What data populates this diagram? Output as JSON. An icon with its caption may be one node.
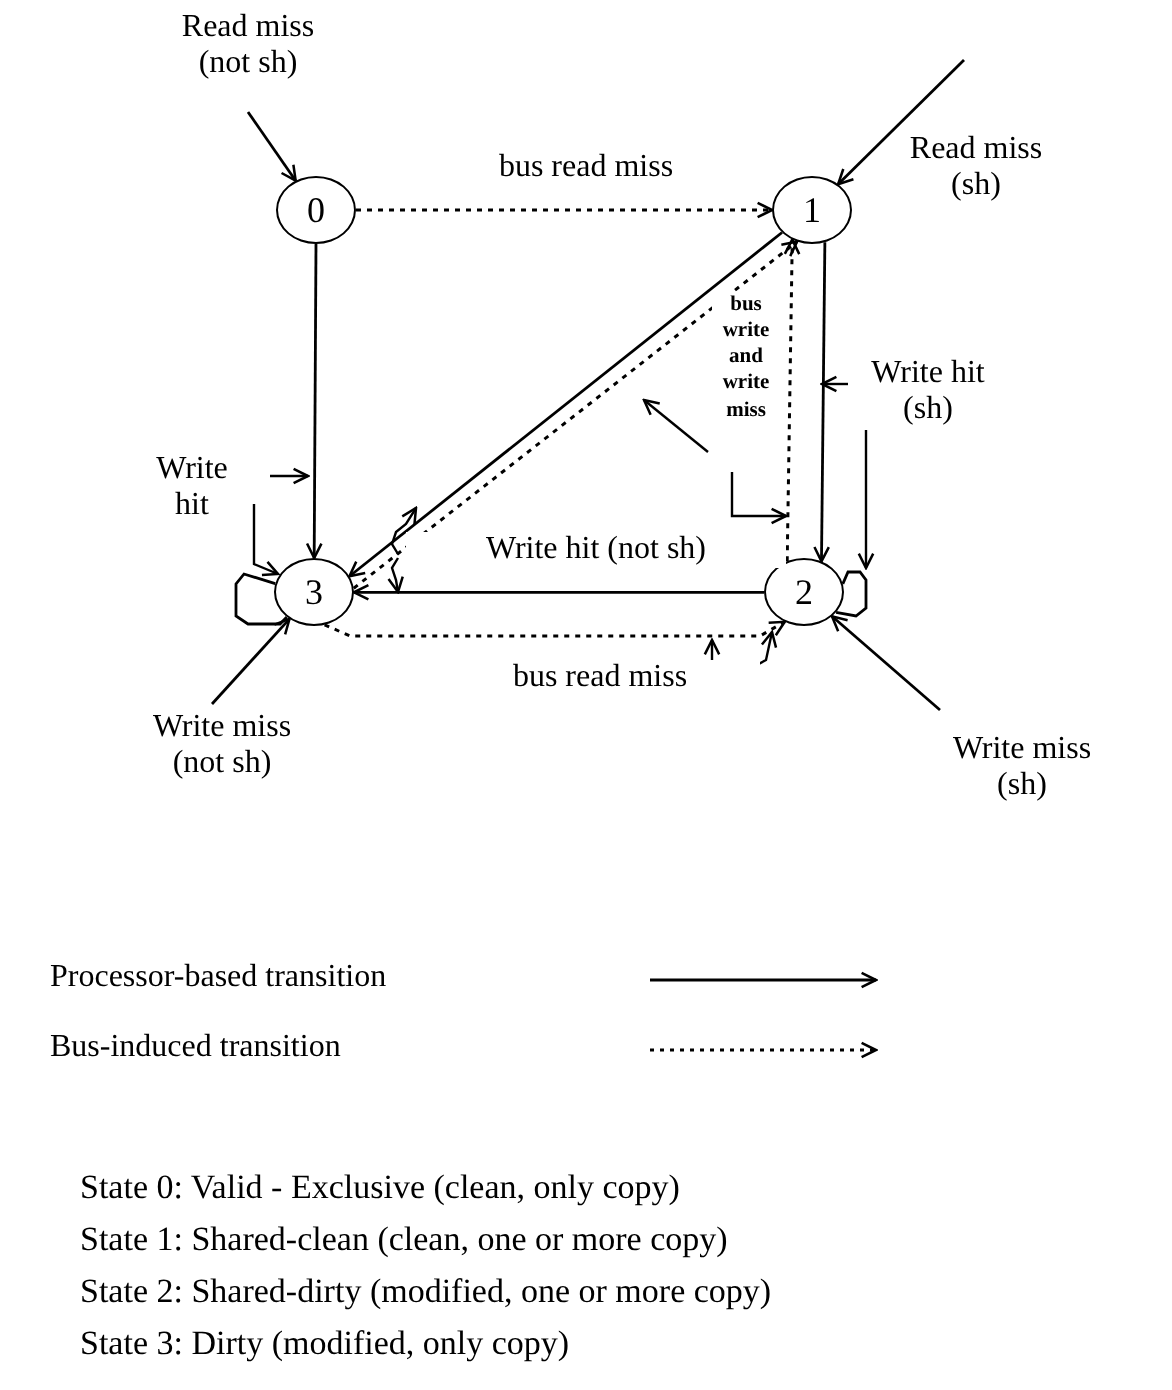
{
  "diagram": {
    "nodes": [
      {
        "text": [
          "0"
        ]
      },
      {
        "text": [
          "1"
        ]
      },
      {
        "text": [
          "2"
        ]
      },
      {
        "text": [
          "3"
        ]
      }
    ],
    "edges": [
      {
        "from": null,
        "to": 0,
        "arrow": "to",
        "label": "Read miss (not sh)"
      },
      {
        "from": null,
        "to": 1,
        "arrow": "to",
        "label": "Read miss (sh)"
      },
      {
        "from": 0,
        "to": 1,
        "arrow": "to",
        "style": "dashed",
        "label": "bus read miss"
      },
      {
        "from": 0,
        "to": 3,
        "arrow": "to",
        "label": "Write hit"
      },
      {
        "from": 3,
        "to": 3,
        "arrow": "none"
      },
      {
        "from": 1,
        "to": 3,
        "arrow": "to"
      },
      {
        "from": 3,
        "to": 1,
        "arrow": "to",
        "style": "dashed",
        "label": "bus write and write miss"
      },
      {
        "from": 2,
        "to": 1,
        "arrow": "to",
        "style": "dashed"
      },
      {
        "from": 1,
        "to": 2,
        "arrow": "to",
        "label": "Write hit (sh)"
      },
      {
        "from": 2,
        "to": 2,
        "arrow": "none"
      },
      {
        "from": 2,
        "to": 3,
        "arrow": "to",
        "label": "Write hit (not sh)"
      },
      {
        "from": 3,
        "to": 2,
        "arrow": "to",
        "style": "dashed",
        "label": "bus read miss"
      },
      {
        "from": null,
        "to": 3,
        "arrow": "to",
        "label": "Write miss (not sh)"
      },
      {
        "from": null,
        "to": 2,
        "arrow": "to",
        "label": "Write miss (sh)"
      }
    ],
    "labels": [
      "State 0: Valid - Exclusive (clean, only copy)",
      "State 1: Shared-clean (clean, one or more copy)",
      "State 2: Shared-dirty (modified, one or more copy)",
      "State 3: Dirty (modified, only copy)"
    ],
    "legend": [
      {
        "text": "Processor-based transition"
      },
      {
        "text": "Bus-induced transition"
      }
    ]
  }
}
